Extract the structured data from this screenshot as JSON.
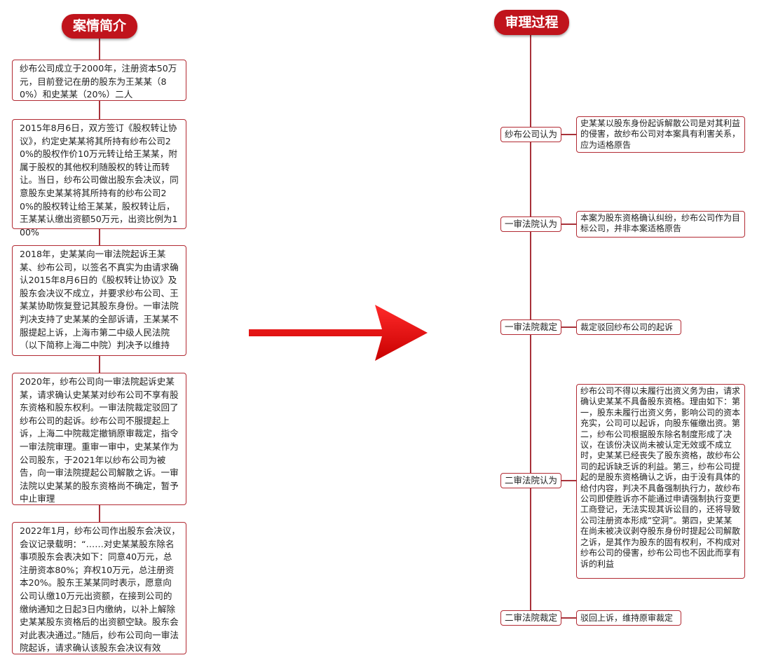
{
  "left": {
    "title": "案情简介",
    "items": [
      "纱布公司成立于2000年，注册资本50万元，目前登记在册的股东为王某某（80%）和史某某（20%）二人",
      "2015年8月6日，双方签订《股权转让协议》，约定史某某将其所持有纱布公司20%的股权作价10万元转让给王某某，附属于股权的其他权利随股权的转让而转让。当日，纱布公司做出股东会决议，同意股东史某某将其所持有的纱布公司20%的股权转让给王某某，股权转让后，王某某认缴出资额50万元，出资比例为100%",
      "2018年，史某某向一审法院起诉王某某、纱布公司，以签名不真实为由请求确认2015年8月6日的《股权转让协议》及股东会决议不成立，并要求纱布公司、王某某协助恢复登记其股东身份。一审法院判决支持了史某某的全部诉请，王某某不服提起上诉，上海市第二中级人民法院（以下简称上海二中院）判决予以维持",
      "2020年，纱布公司向一审法院起诉史某某，请求确认史某某对纱布公司不享有股东资格和股东权利。一审法院裁定驳回了纱布公司的起诉。纱布公司不服提起上诉，上海二中院裁定撤销原审裁定，指令一审法院审理。重审一审中，史某某作为公司股东，于2021年以纱布公司为被告，向一审法院提起公司解散之诉。一审法院以史某某的股东资格尚不确定，暂予中止审理",
      "2022年1月，纱布公司作出股东会决议，会议记录载明：“……对史某某股东除名事项股东会表决如下：同意40万元，总注册资本80%；弃权10万元，总注册资本20%。股东王某某同时表示，愿意向公司认缴10万元出资额，在接到公司的缴纳通知之日起3日内缴纳，以补上解除史某某股东资格后的出资额空缺。股东会对此表决通过。”随后，纱布公司向一审法院起诉，请求确认该股东会决议有效"
    ]
  },
  "right": {
    "title": "审理过程",
    "items": [
      {
        "label": "纱布公司认为",
        "text": "史某某以股东身份起诉解散公司是对其利益的侵害，故纱布公司对本案具有利害关系，应为适格原告"
      },
      {
        "label": "一审法院认为",
        "text": "本案为股东资格确认纠纷，纱布公司作为目标公司，并非本案适格原告"
      },
      {
        "label": "一审法院裁定",
        "text": "裁定驳回纱布公司的起诉"
      },
      {
        "label": "二审法院认为",
        "text": "纱布公司不得以未履行出资义务为由，请求确认史某某不具备股东资格。理由如下：第一，股东未履行出资义务，影响公司的资本充实，公司可以起诉，向股东催缴出资。第二，纱布公司根据股东除名制度形成了决议，在该份决议尚未被认定无效或不成立时，史某某已经丧失了股东资格，故纱布公司的起诉缺乏诉的利益。第三，纱布公司提起的是股东资格确认之诉，由于没有具体的给付内容，判决不具备强制执行力，故纱布公司即使胜诉亦不能通过申请强制执行变更工商登记，无法实现其诉讼目的，还将导致公司注册资本形成“空洞”。第四，史某某在尚未被决议剥夺股东身份时提起公司解散之诉，是其作为股东的固有权利，不构成对纱布公司的侵害，纱布公司也不因此而享有诉的利益"
      },
      {
        "label": "二审法院裁定",
        "text": "驳回上诉，维持原审裁定"
      }
    ]
  },
  "colors": {
    "accent": "#c0141c",
    "border": "#b22a33"
  }
}
